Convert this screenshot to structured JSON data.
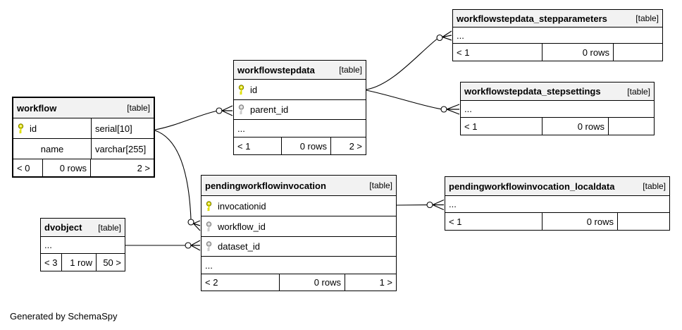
{
  "note": "Generated by SchemaSpy",
  "colors": {
    "pk_key": "#dfdf00",
    "fk_key": "#c8c8c8",
    "header_bg": "#f2f2f2",
    "border": "#000000",
    "background": "#ffffff"
  },
  "tables": {
    "workflow": {
      "title": "workflow",
      "badge": "[table]",
      "columns": [
        {
          "name": "id",
          "type": "serial[10]",
          "key": "pk"
        },
        {
          "name": "name",
          "type": "varchar[255]",
          "key": null
        }
      ],
      "footer": {
        "prev": "< 0",
        "rows": "0 rows",
        "next": "2 >"
      }
    },
    "workflowstepdata": {
      "title": "workflowstepdata",
      "badge": "[table]",
      "columns": [
        {
          "name": "id",
          "key": "pk"
        },
        {
          "name": "parent_id",
          "key": "fk"
        }
      ],
      "more": "...",
      "footer": {
        "prev": "< 1",
        "rows": "0 rows",
        "next": "2 >"
      }
    },
    "workflowstepdata_stepparameters": {
      "title": "workflowstepdata_stepparameters",
      "badge": "[table]",
      "more": "...",
      "footer": {
        "prev": "< 1",
        "rows": "0 rows",
        "next": ""
      }
    },
    "workflowstepdata_stepsettings": {
      "title": "workflowstepdata_stepsettings",
      "badge": "[table]",
      "more": "...",
      "footer": {
        "prev": "< 1",
        "rows": "0 rows",
        "next": ""
      }
    },
    "pendingworkflowinvocation": {
      "title": "pendingworkflowinvocation",
      "badge": "[table]",
      "columns": [
        {
          "name": "invocationid",
          "key": "pk"
        },
        {
          "name": "workflow_id",
          "key": "fk"
        },
        {
          "name": "dataset_id",
          "key": "fk"
        }
      ],
      "more": "...",
      "footer": {
        "prev": "< 2",
        "rows": "0 rows",
        "next": "1 >"
      }
    },
    "pendingworkflowinvocation_localdata": {
      "title": "pendingworkflowinvocation_localdata",
      "badge": "[table]",
      "more": "...",
      "footer": {
        "prev": "< 1",
        "rows": "0 rows",
        "next": ""
      }
    },
    "dvobject": {
      "title": "dvobject",
      "badge": "[table]",
      "more": "...",
      "footer": {
        "prev": "< 3",
        "rows": "1 row",
        "next": "50 >"
      }
    }
  },
  "relationships": [
    {
      "from": "workflow.id",
      "to": "workflowstepdata.parent_id"
    },
    {
      "from": "workflow.id",
      "to": "pendingworkflowinvocation.workflow_id"
    },
    {
      "from": "workflowstepdata.id",
      "to": "workflowstepdata_stepparameters"
    },
    {
      "from": "workflowstepdata.id",
      "to": "workflowstepdata_stepsettings"
    },
    {
      "from": "pendingworkflowinvocation.invocationid",
      "to": "pendingworkflowinvocation_localdata"
    },
    {
      "from": "dvobject",
      "to": "pendingworkflowinvocation.dataset_id"
    }
  ]
}
